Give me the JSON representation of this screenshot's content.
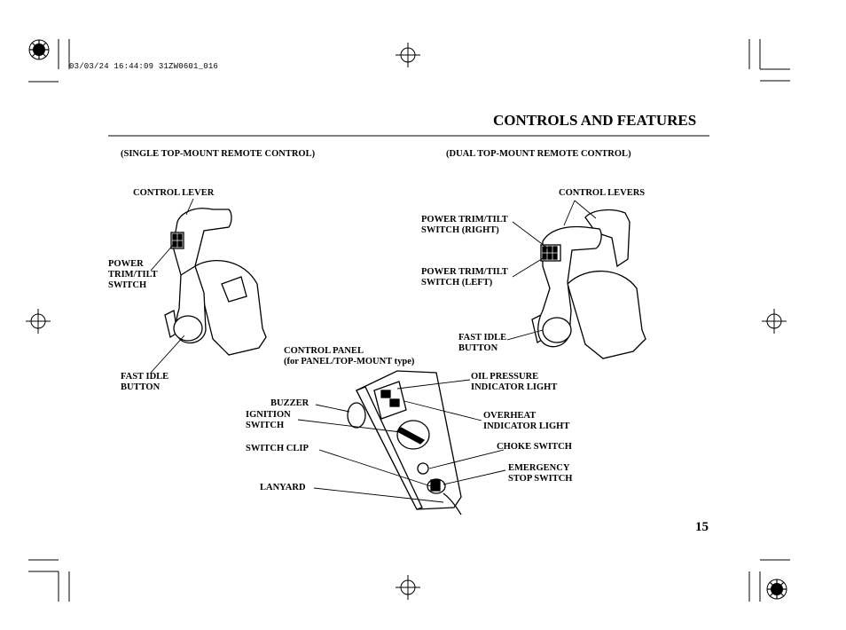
{
  "stamp": "03/03/24 16:44:09 31ZW0601_016",
  "section_title": "CONTROLS AND FEATURES",
  "page_number": "15",
  "single": {
    "heading": "(SINGLE TOP-MOUNT REMOTE CONTROL)",
    "control_lever": "CONTROL LEVER",
    "power_trim": "POWER\nTRIM/TILT\nSWITCH",
    "fast_idle": "FAST IDLE\nBUTTON"
  },
  "dual": {
    "heading": "(DUAL TOP-MOUNT REMOTE CONTROL)",
    "control_levers": "CONTROL LEVERS",
    "trim_right": "POWER TRIM/TILT\nSWITCH (RIGHT)",
    "trim_left": "POWER TRIM/TILT\nSWITCH (LEFT)",
    "fast_idle": "FAST IDLE\nBUTTON"
  },
  "panel": {
    "heading": "CONTROL PANEL\n(for PANEL/TOP-MOUNT type)",
    "buzzer": "BUZZER",
    "ignition": "IGNITION\nSWITCH",
    "switch_clip": "SWITCH CLIP",
    "lanyard": "LANYARD",
    "oil_pressure": "OIL PRESSURE\nINDICATOR LIGHT",
    "overheat": "OVERHEAT\nINDICATOR LIGHT",
    "choke": "CHOKE SWITCH",
    "emergency": "EMERGENCY\nSTOP SWITCH"
  }
}
